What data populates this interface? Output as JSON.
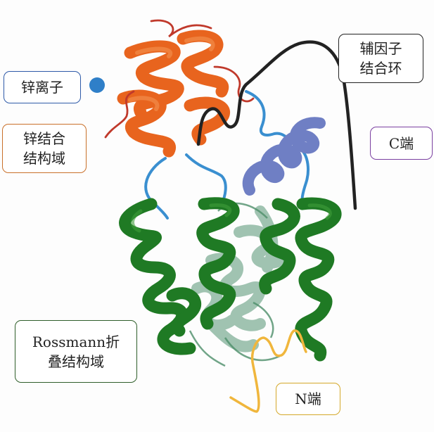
{
  "labels": {
    "zinc_ion": "锌离子",
    "zinc_domain_line1": "锌结合",
    "zinc_domain_line2": "结构域",
    "cofactor_line1": "辅因子",
    "cofactor_line2": "结合环",
    "c_term": "C端",
    "n_term": "N端",
    "rossmann_line1": "Rossmann折",
    "rossmann_line2": "叠结构域"
  },
  "colors": {
    "zinc_ion": "#2f7fc8",
    "zinc_domain": "#e8641e",
    "zinc_loop": "#c0392b",
    "cofactor_loop": "#222222",
    "c_term_helix": "#6f7fc4",
    "linker": "#3a8fd0",
    "rossmann_dark": "#1f7a24",
    "rossmann_light": "#5a9e7a",
    "n_term": "#f0b63c",
    "box_zinc_ion": "#2e5aa8",
    "box_zinc_domain": "#c9702a",
    "box_cofactor": "#222222",
    "box_c_term": "#7a3fa0",
    "box_n_term": "#d4a82a",
    "box_rossmann": "#2f5e2a"
  }
}
